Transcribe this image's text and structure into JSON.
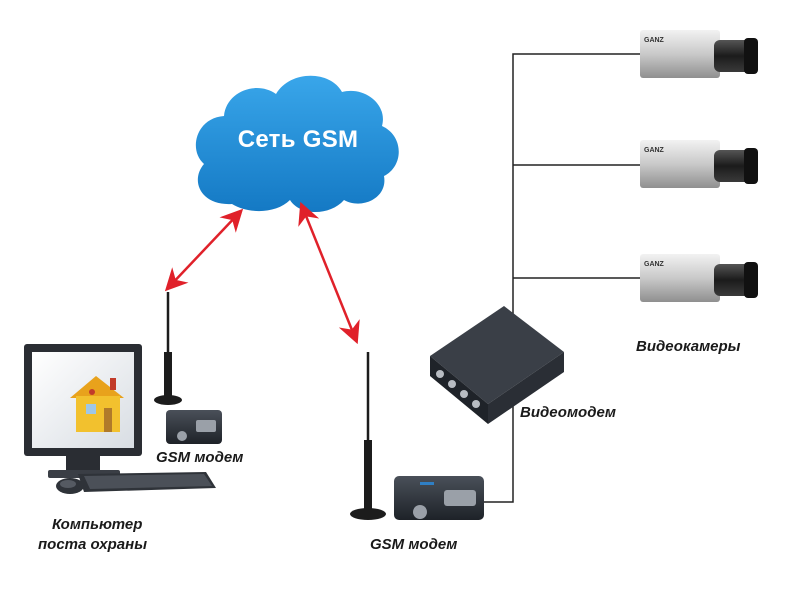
{
  "cloud": {
    "label": "Сеть GSM",
    "color": "#1a8fd6"
  },
  "nodes": {
    "left_modem_label": "GSM модем",
    "computer_label_line1": "Компьютер",
    "computer_label_line2": "поста охраны",
    "right_modem_label": "GSM модем",
    "video_modem_label": "Видеомодем",
    "cameras_label": "Видеокамеры"
  },
  "colors": {
    "arrow": "#e0212a",
    "wire": "#222222",
    "device_dark": "#2b2f36",
    "house": "#f2c12e"
  },
  "edges": [
    {
      "from": "GSM модем (left)",
      "to": "Сеть GSM",
      "type": "wireless-bidirectional"
    },
    {
      "from": "Сеть GSM",
      "to": "GSM модем (right)",
      "type": "wireless-bidirectional"
    },
    {
      "from": "GSM модем (right)",
      "to": "Видеомодем",
      "type": "wire"
    },
    {
      "from": "Видеомодем",
      "to": "Видеокамеры",
      "type": "wire"
    }
  ],
  "camera_brand": "GANZ"
}
